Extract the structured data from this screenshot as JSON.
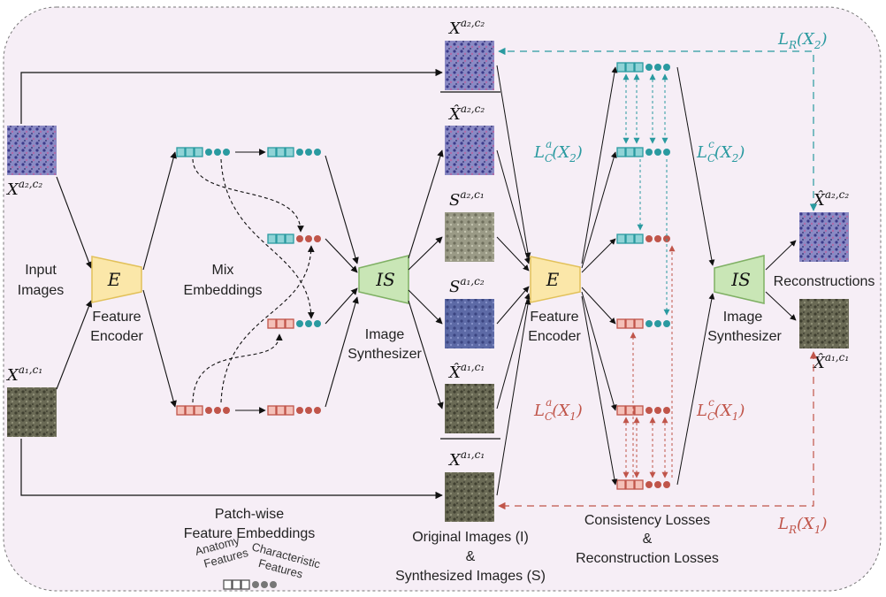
{
  "labels": {
    "input_images": [
      "Input",
      "Images"
    ],
    "feature_encoder_1": [
      "Feature",
      "Encoder"
    ],
    "mix_embeddings": [
      "Mix",
      "Embeddings"
    ],
    "image_synthesizer_1": [
      "Image",
      "Synthesizer"
    ],
    "feature_encoder_2": [
      "Feature",
      "Encoder"
    ],
    "image_synthesizer_2": [
      "Image",
      "Synthesizer"
    ],
    "reconstructions": "Reconstructions",
    "patch_wise": [
      "Patch-wise",
      "Feature Embeddings"
    ],
    "original_synth": [
      "Original Images (I)",
      "&",
      "Synthesized Images (S)"
    ],
    "losses": [
      "Consistency Losses",
      "&",
      "Reconstruction Losses"
    ],
    "anatomy_features": [
      "Anatomy",
      "Features"
    ],
    "characteristic_features": [
      "Characteristic",
      "Features"
    ]
  },
  "blocks": {
    "encoder": "E",
    "synthesizer": "IS"
  },
  "math": {
    "x_a2c2": "X^{a2,c2}",
    "x_a1c1": "X^{a1,c1}",
    "xhat_a2c2": "X̂^{a2,c2}",
    "xhat_a1c1": "X̂^{a1,c1}",
    "s_a2c1": "S^{a2,c1}",
    "s_a1c2": "S^{a1,c2}",
    "lc_a_x2": "L_C^a(X_2)",
    "lc_c_x2": "L_C^c(X_2)",
    "lc_a_x1": "L_C^a(X_1)",
    "lc_c_x1": "L_C^c(X_1)",
    "lr_x2": "L_R(X_2)",
    "lr_x1": "L_R(X_1)"
  },
  "colors": {
    "panel_bg": "#f6eef6",
    "teal": "#2a9aa0",
    "teal_fill": "#8fd3d6",
    "red": "#c0554a",
    "red_fill": "#f4c0b8",
    "encoder_fill": "#fbe7a9",
    "encoder_stroke": "#e2c15a",
    "synth_fill": "#c9e6b6",
    "synth_stroke": "#7fb064",
    "histology_teal": "#6f6fb0",
    "histology_gray": "#5a5a48"
  }
}
